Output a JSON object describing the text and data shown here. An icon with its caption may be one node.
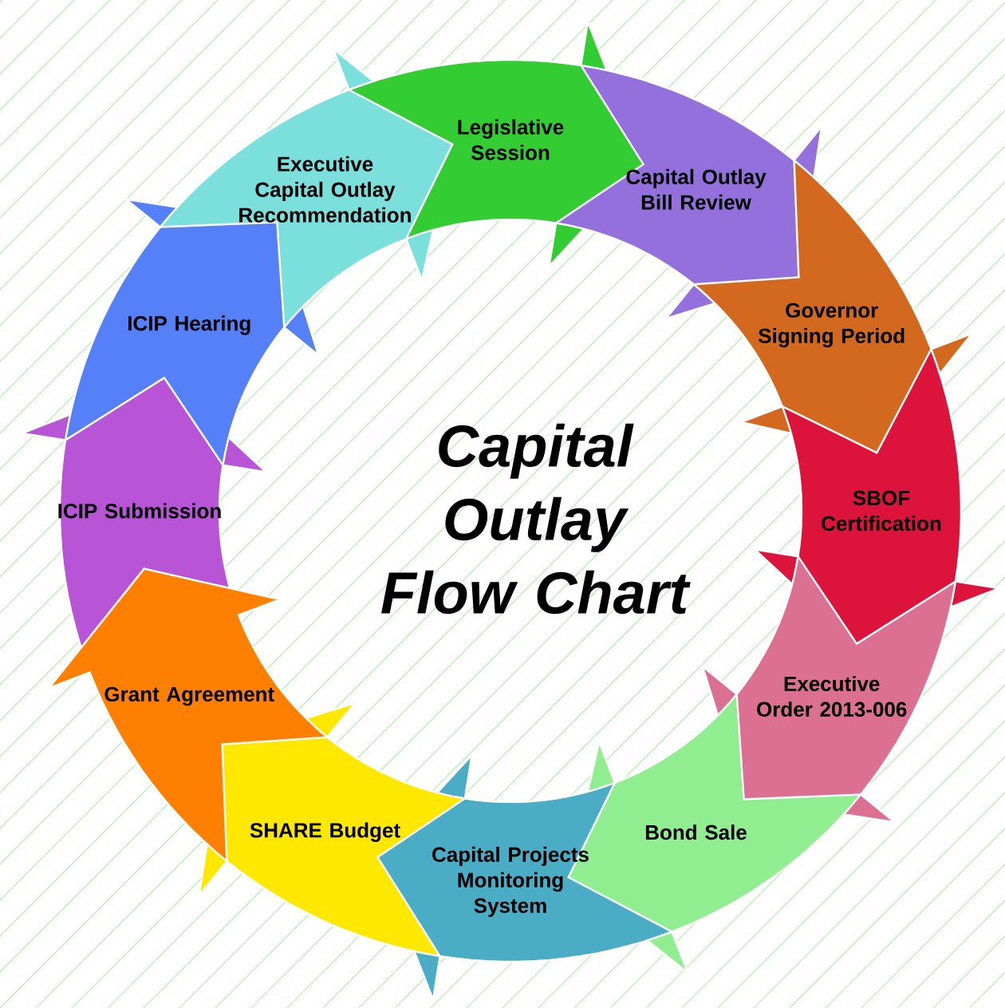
{
  "diagram": {
    "title": "Capital Outlay Flow Chart",
    "nodes": [
      {
        "text": [
          "ICIP Submission"
        ]
      },
      {
        "text": [
          "ICIP Hearing"
        ]
      },
      {
        "text": [
          "Executive Capital Outlay Recommendation"
        ]
      },
      {
        "text": [
          "Legislative Session"
        ]
      },
      {
        "text": [
          "Capital Outlay Bill Review"
        ]
      },
      {
        "text": [
          "Governor Signing Period"
        ]
      },
      {
        "text": [
          "SBOF Certification"
        ]
      },
      {
        "text": [
          "Executive Order 2013-006"
        ]
      },
      {
        "text": [
          "Bond Sale"
        ]
      },
      {
        "text": [
          "Capital Projects Monitoring System"
        ]
      },
      {
        "text": [
          "SHARE Budget"
        ]
      },
      {
        "text": [
          "Grant Agreement"
        ]
      }
    ]
  }
}
